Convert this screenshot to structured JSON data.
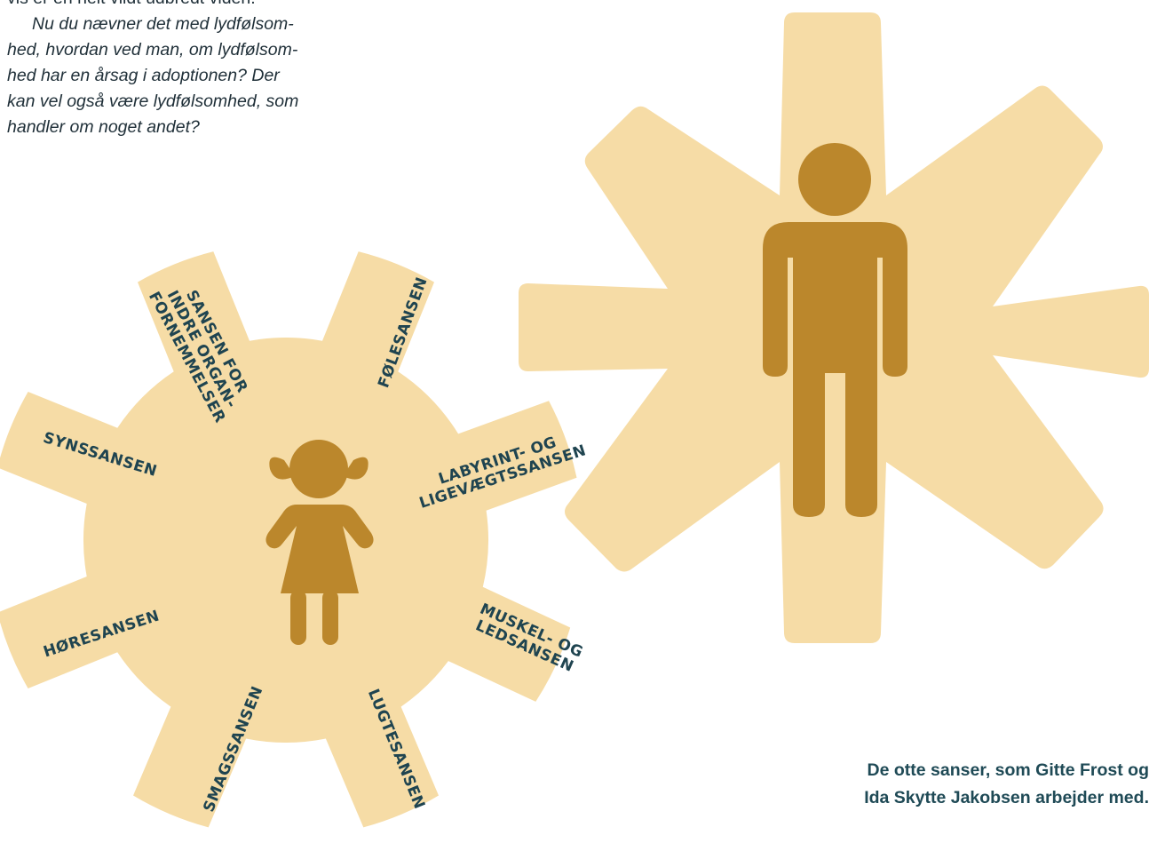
{
  "article": {
    "quote_end": "vis er en helt vildt udbredt viden.“",
    "question_lines": [
      "Nu du nævner det med lydfølsom-",
      "hed, hvordan ved man, om lydfølsom-",
      "hed har en årsag i adoptionen? Der",
      "kan vel også være lydfølsomhed, som",
      "handler om noget andet?"
    ]
  },
  "diagram": {
    "colors": {
      "gear": "#f6dca6",
      "figure": "#bb872c",
      "label": "#1f4450"
    },
    "child_gear": {
      "figure_icon": "girl-icon",
      "senses": [
        {
          "lines": [
            "SANSEN FOR",
            "INDRE ORGAN-",
            "FORNEMMELSER"
          ]
        },
        {
          "lines": [
            "FØLESANSEN"
          ]
        },
        {
          "lines": [
            "LABYRINT- OG",
            "LIGEVÆGTSSANSEN"
          ]
        },
        {
          "lines": [
            "MUSKEL- OG",
            "LEDSANSEN"
          ]
        },
        {
          "lines": [
            "LUGTESANSEN"
          ]
        },
        {
          "lines": [
            "SMAGSSANSEN"
          ]
        },
        {
          "lines": [
            "HØRESANSEN"
          ]
        },
        {
          "lines": [
            "SYNSSANSEN"
          ]
        }
      ]
    },
    "adult_gear": {
      "figure_icon": "man-icon"
    }
  },
  "caption": {
    "line1": "De otte sanser, som Gitte Frost og",
    "line2": "Ida Skytte Jakobsen arbejder med."
  }
}
